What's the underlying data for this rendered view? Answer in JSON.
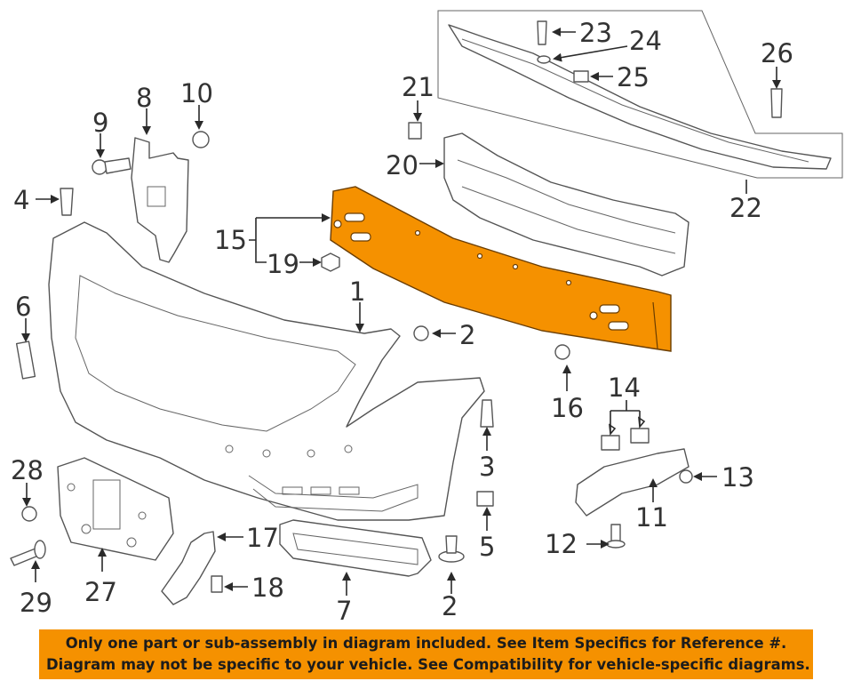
{
  "callouts": [
    "1",
    "2",
    "2",
    "3",
    "4",
    "5",
    "6",
    "7",
    "8",
    "9",
    "10",
    "11",
    "12",
    "13",
    "14",
    "15",
    "16",
    "17",
    "18",
    "19",
    "20",
    "21",
    "22",
    "23",
    "24",
    "25",
    "26",
    "27",
    "28",
    "29"
  ],
  "banner": {
    "line1": "Only one part or sub-assembly in diagram included. See Item Specifics for Reference #.",
    "line2": "Diagram may not be specific to your vehicle. See Compatibility for vehicle-specific diagrams."
  },
  "colors": {
    "highlight": "#f59100",
    "banner": "#f59100",
    "text": "#333333"
  }
}
